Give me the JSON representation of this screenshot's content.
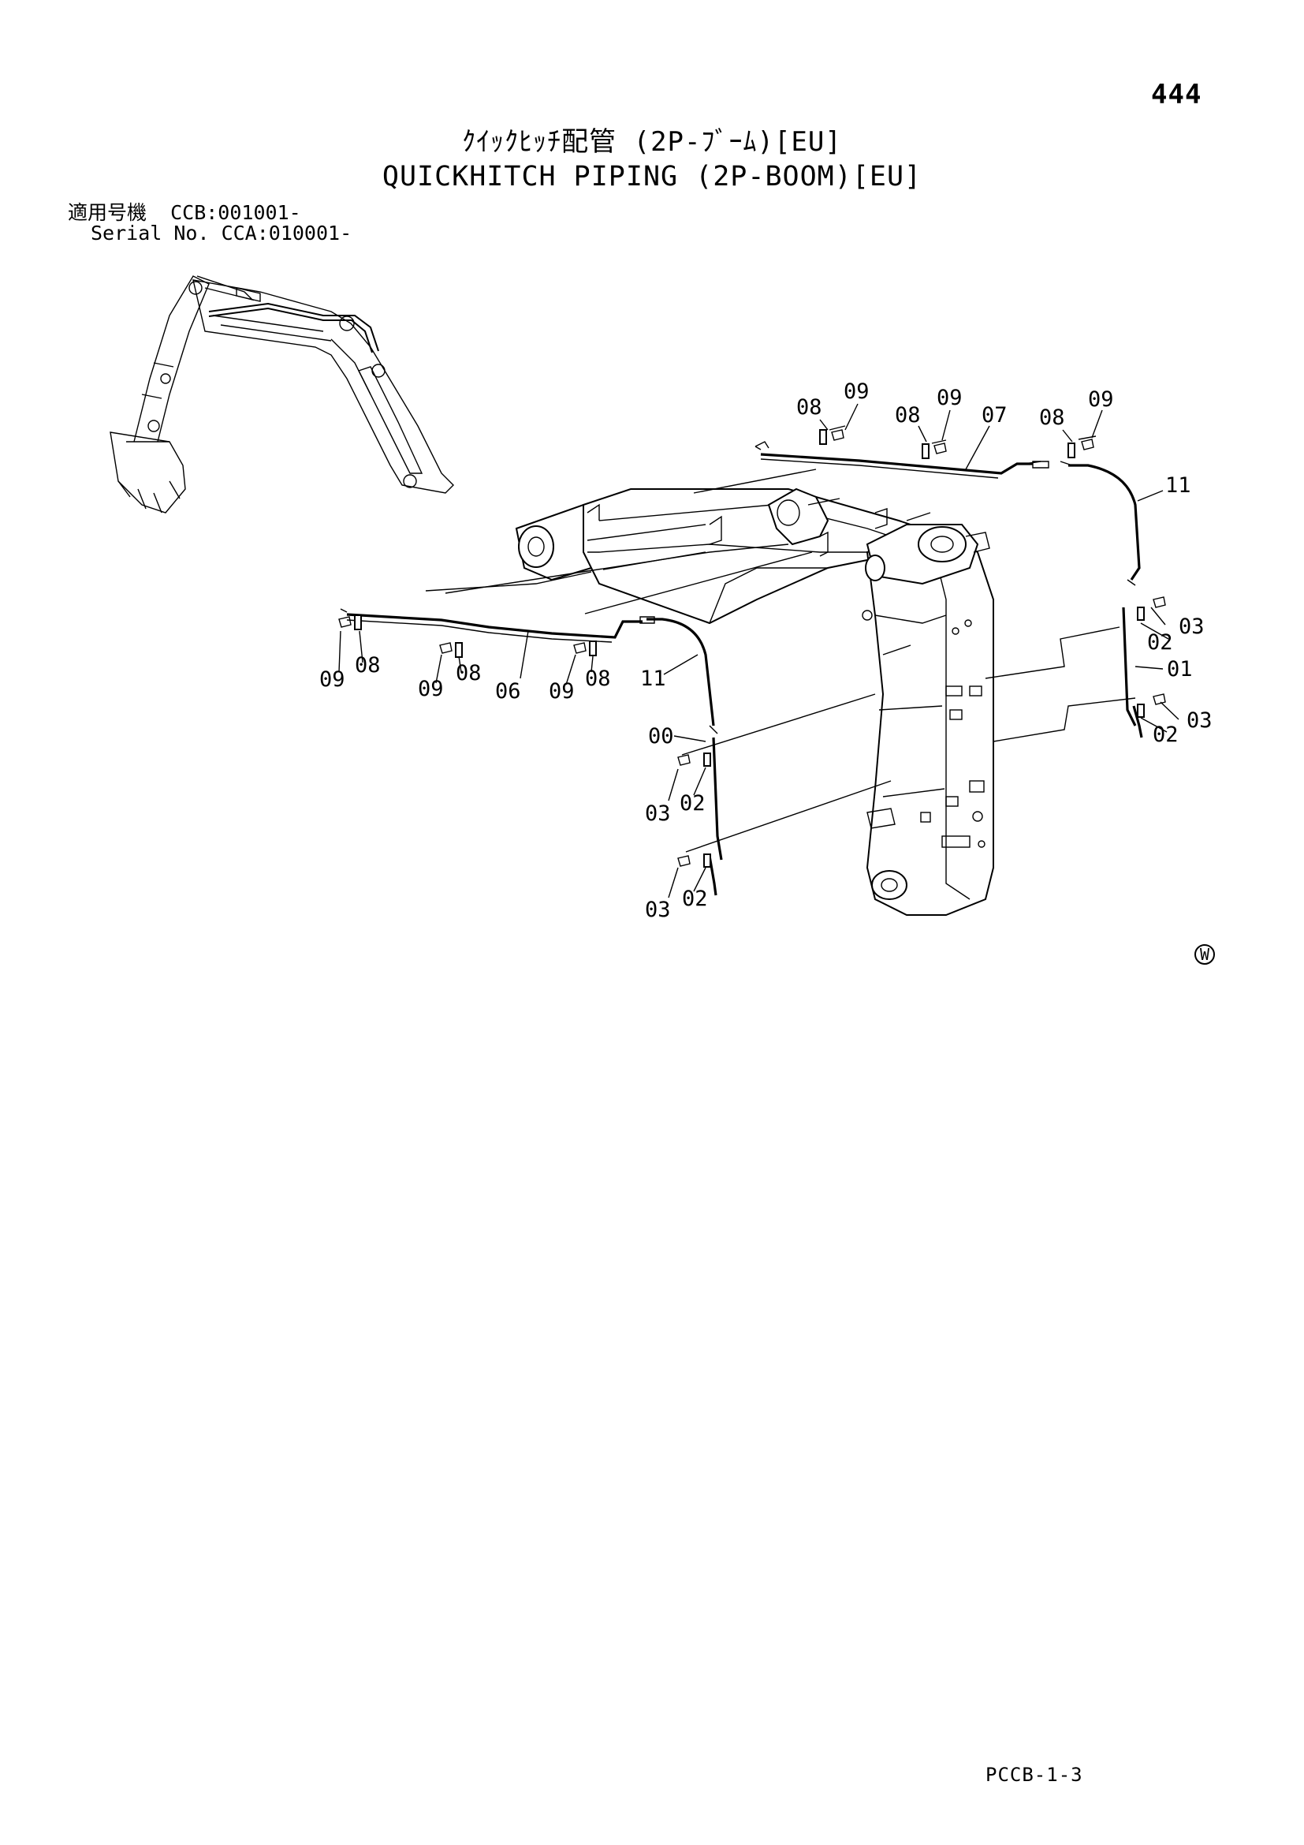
{
  "page_number": "444",
  "title_jp": "ｸｲｯｸﾋｯﾁ配管 (2P-ﾌﾞｰﾑ)[EU]",
  "title_en": "QUICKHITCH PIPING (2P-BOOM)[EU]",
  "applicable": {
    "line1": "適用号機  CCB:001001-",
    "line2": "Serial No. CCA:010001-"
  },
  "callouts": {
    "c08_a": "08",
    "c09_a": "09",
    "c08_b": "08",
    "c09_b": "09",
    "c07": "07",
    "c08_c": "08",
    "c09_c": "09",
    "c11_top": "11",
    "c03_r1": "03",
    "c02_r1": "02",
    "c01": "01",
    "c03_r2": "03",
    "c02_r2": "02",
    "c09_l1": "09",
    "c08_l1": "08",
    "c09_l2": "09",
    "c08_l2": "08",
    "c06": "06",
    "c09_l3": "09",
    "c08_l3": "08",
    "c11_left": "11",
    "c00": "00",
    "c03_m1": "03",
    "c02_m1": "02",
    "c03_m2": "03",
    "c02_m2": "02"
  },
  "mark": "W",
  "footer_code": "PCCB-1-3"
}
